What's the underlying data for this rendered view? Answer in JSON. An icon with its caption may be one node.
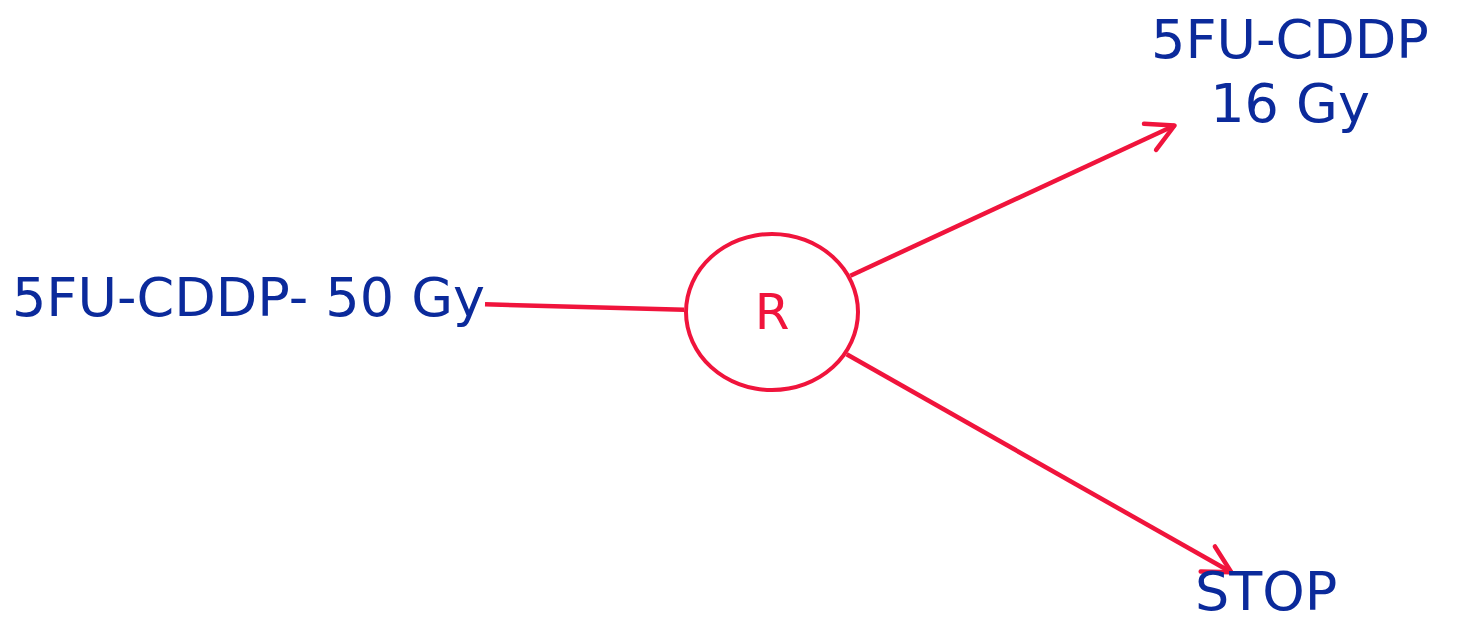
{
  "diagram": {
    "nodes": [
      {
        "text": [
          "5FU-CDDP- 50 Gy"
        ]
      },
      {
        "text": [
          "R"
        ]
      },
      {
        "text": [
          "5FU-CDDP 16 Gy"
        ]
      },
      {
        "text": [
          "STOP"
        ]
      }
    ],
    "edges": [
      {
        "from": 0,
        "to": 1,
        "arrow": "none"
      },
      {
        "from": 1,
        "to": 2,
        "arrow": "to"
      },
      {
        "from": 1,
        "to": 3,
        "arrow": "to"
      }
    ]
  }
}
